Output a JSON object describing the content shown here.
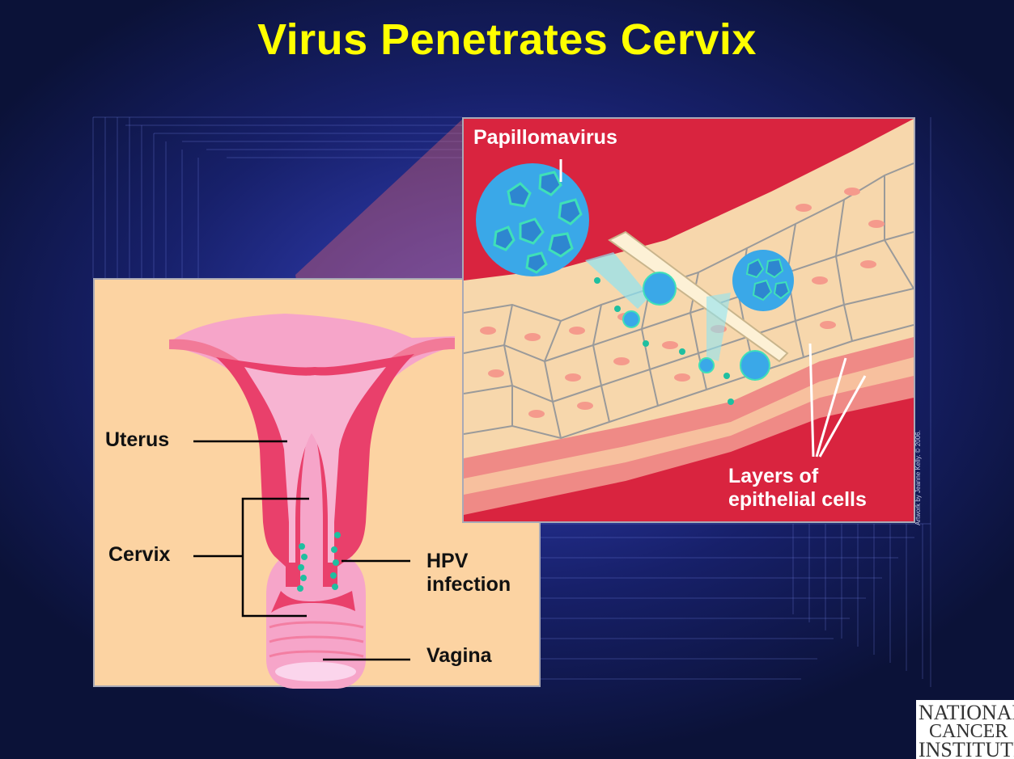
{
  "slide": {
    "title": "Virus Penetrates Cervix"
  },
  "labels": {
    "uterus": "Uterus",
    "cervix": "Cervix",
    "hpv_line1": "HPV",
    "hpv_line2": "infection",
    "vagina": "Vagina",
    "papillomavirus": "Papillomavirus",
    "layers_line1": "Layers of",
    "layers_line2": "epithelial cells"
  },
  "credit": "Artwork by Jeanne Kelly. © 2006.",
  "logo": {
    "line1": "NATIONAL",
    "line2": "CANCER",
    "line3": "INSTITUTE"
  },
  "colors": {
    "title": "#ffff00",
    "uterus_panel_bg": "#fcd3a2",
    "zoom_panel_bg": "#d9243f",
    "epithelium": "#f7d7ac",
    "virus": "#3aa8e8",
    "virus_dot": "#1fbfa0"
  }
}
